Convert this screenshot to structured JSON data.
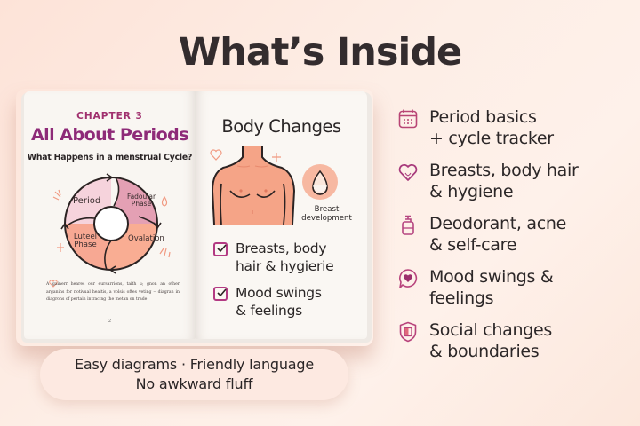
{
  "title": "What’s Inside",
  "book": {
    "left_page": {
      "chapter_label": "CHAPTER 3",
      "chapter_title": "All About Periods",
      "subtitle": "What Happens in a menstrual Cycle?",
      "cycle_diagram": {
        "phases": [
          {
            "label": "Period",
            "color": "#f6d3dc"
          },
          {
            "label": "Fadoular Phase",
            "color": "#e4a0b4"
          },
          {
            "label": "Ovalation",
            "color": "#f9ad93"
          },
          {
            "label": "Luteel Phase",
            "color": "#f6a78f"
          }
        ]
      },
      "body_text": "A gainerr heares our eursarrions, taith u; gnon an other arganins for notivual healtis, a volsis oftes veting -- diagran in diagrons of pertain intracing the metan on trade",
      "page_number": "2"
    },
    "right_page": {
      "title": "Body Changes",
      "illustration_label": "Breast development",
      "checklist": [
        {
          "line1": "Breasts, body",
          "line2": "hair & hygierie"
        },
        {
          "line1": "Mood swings",
          "line2": "& feelings"
        }
      ]
    }
  },
  "features": [
    {
      "icon": "calendar-icon",
      "line1": "Period basics",
      "line2": "+ cycle tracker"
    },
    {
      "icon": "heart-icon",
      "line1": "Breasts, body hair",
      "line2": "& hygiene"
    },
    {
      "icon": "pump-bottle-icon",
      "line1": "Deodorant, acne",
      "line2": "& self-care"
    },
    {
      "icon": "heart-speech-bubble-icon",
      "line1": "Mood swings &",
      "line2": "feelings"
    },
    {
      "icon": "shield-icon",
      "line1": "Social changes",
      "line2": "& boundaries"
    }
  ],
  "tagline": {
    "line1": "Easy diagrams · Friendly language",
    "line2": "No awkward fluff"
  },
  "colors": {
    "accent": "#a0306e",
    "accent_dark": "#8e2a78",
    "skin": "#f5a487",
    "background": "#fde8de"
  }
}
